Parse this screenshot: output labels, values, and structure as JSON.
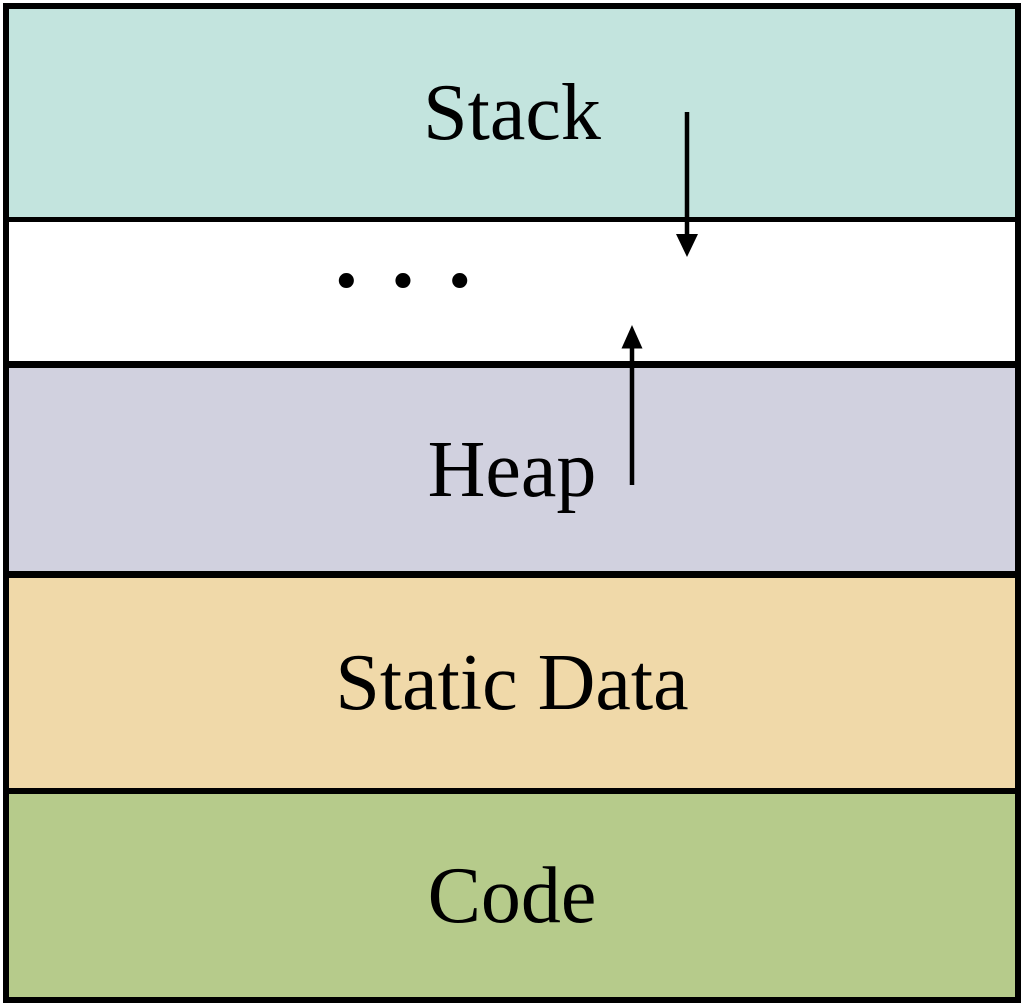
{
  "diagram": {
    "outline_color": "#000000",
    "sections": [
      {
        "id": "stack",
        "label": "Stack",
        "color": "#c3e4de"
      },
      {
        "id": "unused-gap",
        "label": "•••",
        "color": "#ffffff"
      },
      {
        "id": "heap",
        "label": "Heap",
        "color": "#d1d1df"
      },
      {
        "id": "static-data",
        "label": "Static Data",
        "color": "#f0d9a9"
      },
      {
        "id": "code",
        "label": "Code",
        "color": "#b6cb8b"
      }
    ],
    "arrows": [
      {
        "id": "stack-growth",
        "direction": "down"
      },
      {
        "id": "heap-growth",
        "direction": "up"
      }
    ]
  }
}
